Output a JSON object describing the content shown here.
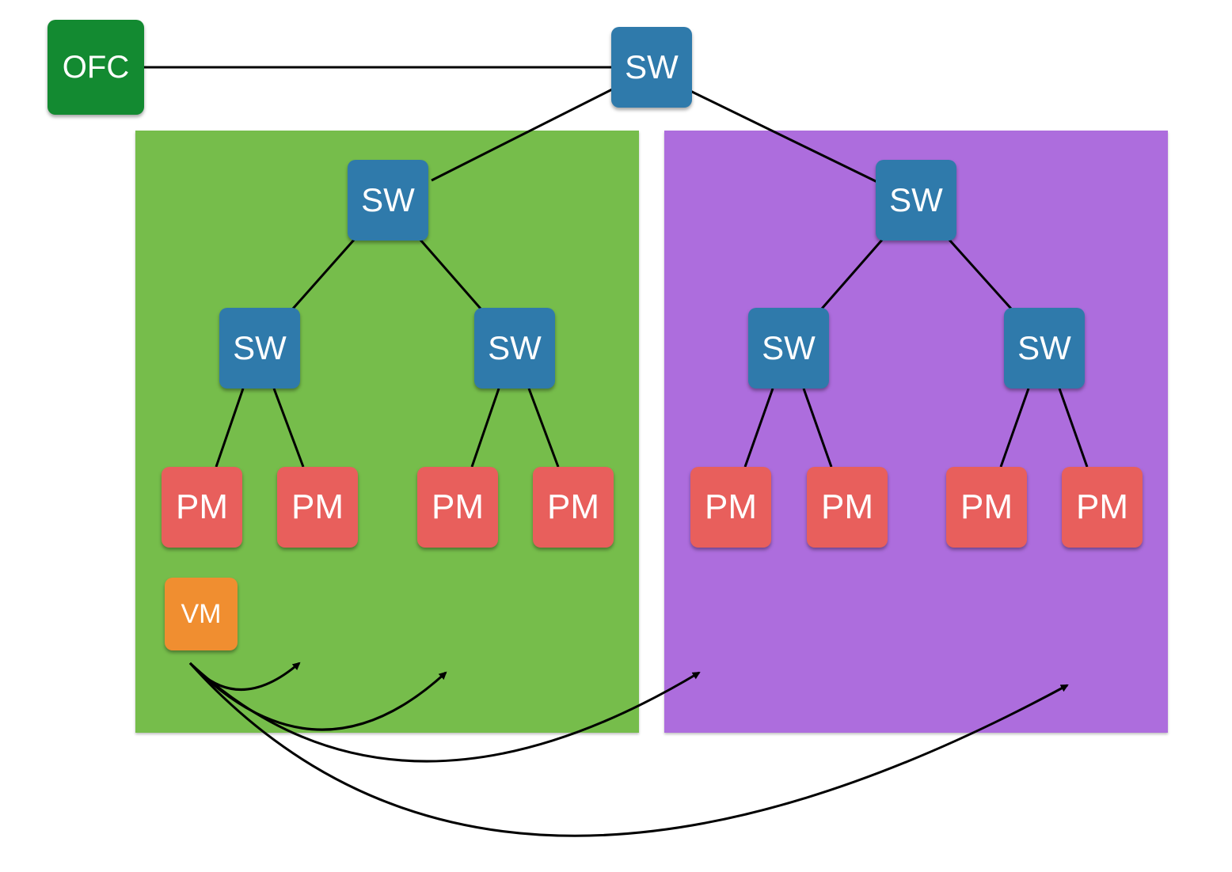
{
  "colors": {
    "ofc": "#138a31",
    "switch": "#2f7aab",
    "physical_machine": "#e85f5c",
    "virtual_machine": "#f08e30",
    "pod_left": "#76bd4b",
    "pod_right": "#ad6ddd",
    "link": "#000000"
  },
  "controller": {
    "label": "OFC"
  },
  "core_switch": {
    "label": "SW"
  },
  "pods": [
    {
      "aggregation": {
        "label": "SW"
      },
      "edge": [
        {
          "label": "SW",
          "machines": [
            {
              "label": "PM"
            },
            {
              "label": "PM"
            }
          ]
        },
        {
          "label": "SW",
          "machines": [
            {
              "label": "PM"
            },
            {
              "label": "PM"
            }
          ]
        }
      ]
    },
    {
      "aggregation": {
        "label": "SW"
      },
      "edge": [
        {
          "label": "SW",
          "machines": [
            {
              "label": "PM"
            },
            {
              "label": "PM"
            }
          ]
        },
        {
          "label": "SW",
          "machines": [
            {
              "label": "PM"
            },
            {
              "label": "PM"
            }
          ]
        }
      ]
    }
  ],
  "vm": {
    "label": "VM"
  },
  "migration_arrows": 4
}
